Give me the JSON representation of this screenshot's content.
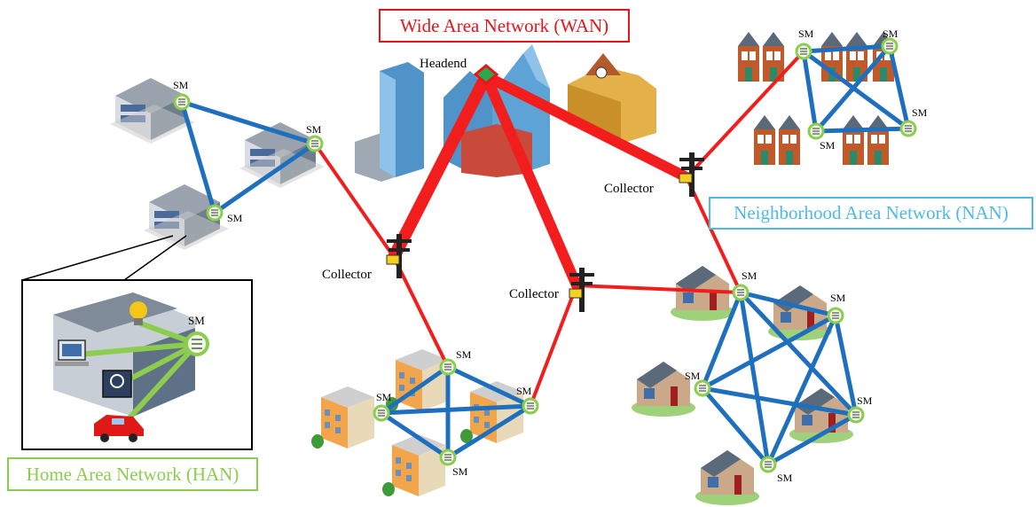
{
  "labels": {
    "wan": "Wide Area Network (WAN)",
    "nan": "Neighborhood Area Network (NAN)",
    "han": "Home Area Network (HAN)",
    "headend": "Headend",
    "collector": "Collector",
    "sm": "SM"
  },
  "colors": {
    "wan_red": "#e8141a",
    "nan_blue": "#4fb8e8",
    "han_green": "#8ccc4f",
    "mesh_blue": "#1f6fbf",
    "link_red": "#f21d1d"
  },
  "icons": [
    "building-icon",
    "skyscraper-icon",
    "utility-pole-icon",
    "smart-meter-icon",
    "house-icon",
    "apartment-icon",
    "lightbulb-icon",
    "computer-icon",
    "thermostat-icon",
    "car-icon"
  ]
}
